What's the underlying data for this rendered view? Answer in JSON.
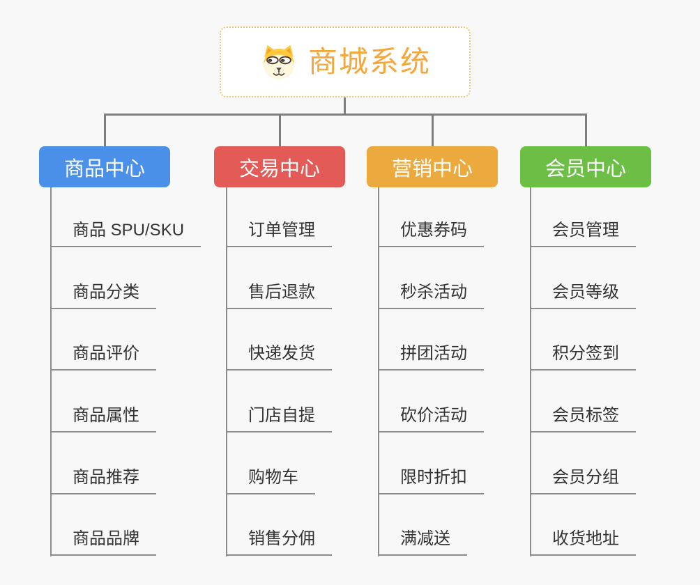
{
  "root": {
    "title": "商城系统",
    "icon": "dog-face-icon"
  },
  "colors": {
    "root_text": "#f5a73c",
    "root_border": "#f3c37a",
    "connector": "#7e7e7e",
    "underline": "#8c8c8c",
    "leaf_text": "#333333",
    "background": "#f8f8f8"
  },
  "branches": [
    {
      "label": "商品中心",
      "color": "#4b90e8",
      "children": [
        "商品 SPU/SKU",
        "商品分类",
        "商品评价",
        "商品属性",
        "商品推荐",
        "商品品牌"
      ]
    },
    {
      "label": "交易中心",
      "color": "#e25b57",
      "children": [
        "订单管理",
        "售后退款",
        "快递发货",
        "门店自提",
        "购物车",
        "销售分佣"
      ]
    },
    {
      "label": "营销中心",
      "color": "#eca93d",
      "children": [
        "优惠券码",
        "秒杀活动",
        "拼团活动",
        "砍价活动",
        "限时折扣",
        "满减送"
      ]
    },
    {
      "label": "会员中心",
      "color": "#6cbe45",
      "children": [
        "会员管理",
        "会员等级",
        "积分签到",
        "会员标签",
        "会员分组",
        "收货地址"
      ]
    }
  ]
}
